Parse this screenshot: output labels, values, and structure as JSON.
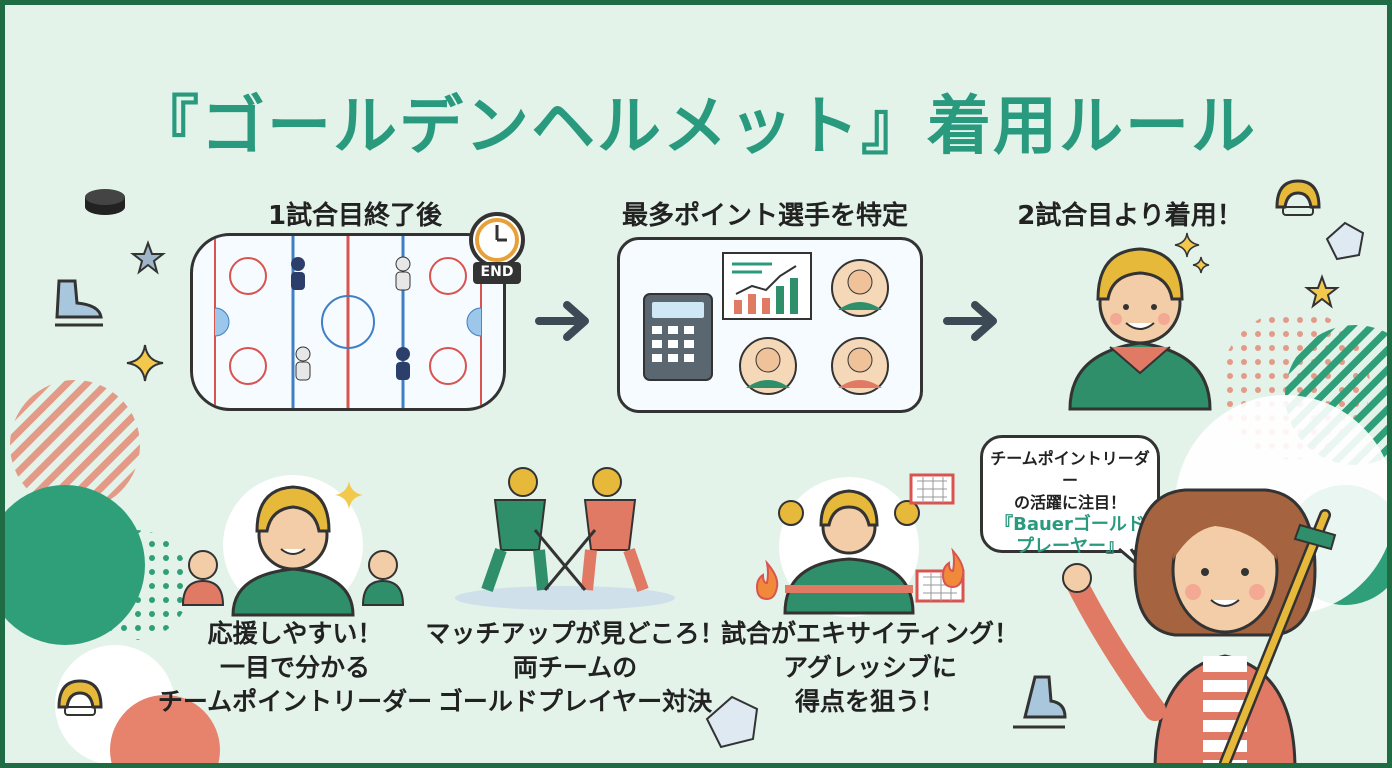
{
  "title": "『ゴールデンヘルメット』着用ルール",
  "steps": [
    {
      "label": "1試合目終了後",
      "badge": "END"
    },
    {
      "label": "最多ポイント選手を特定"
    },
    {
      "label": "2試合目より着用！"
    }
  ],
  "benefits": [
    {
      "line1": "応援しやすい！",
      "line2": "一目で分かる",
      "line3": "チームポイントリーダー"
    },
    {
      "line1": "マッチアップが見どころ！",
      "line2": "両チームの",
      "line3": "ゴールドプレイヤー対決"
    },
    {
      "line1": "試合がエキサイティング！",
      "line2": "アグレッシブに",
      "line3": "得点を狙う！"
    }
  ],
  "bubble": {
    "line1": "チームポイントリーダー",
    "line2": "の活躍に注目！",
    "line3": "『Bauerゴールド",
    "line4": "プレーヤー』"
  },
  "colors": {
    "frame": "#1f6b43",
    "background": "#e3f3ea",
    "accent": "#2a9a7e",
    "gold": "#e7b93a",
    "coral": "#e07a64",
    "green": "#2f8f6a"
  },
  "icons": [
    "puck-icon",
    "star-icon",
    "skate-icon",
    "sparkle-icon",
    "helmet-icon",
    "ice-cube-icon",
    "clock-icon",
    "arrow-right-icon",
    "calculator-icon",
    "trend-chart-icon",
    "player-avatar-icon",
    "hockey-goal-icon",
    "fire-icon",
    "hockey-stick-icon"
  ]
}
